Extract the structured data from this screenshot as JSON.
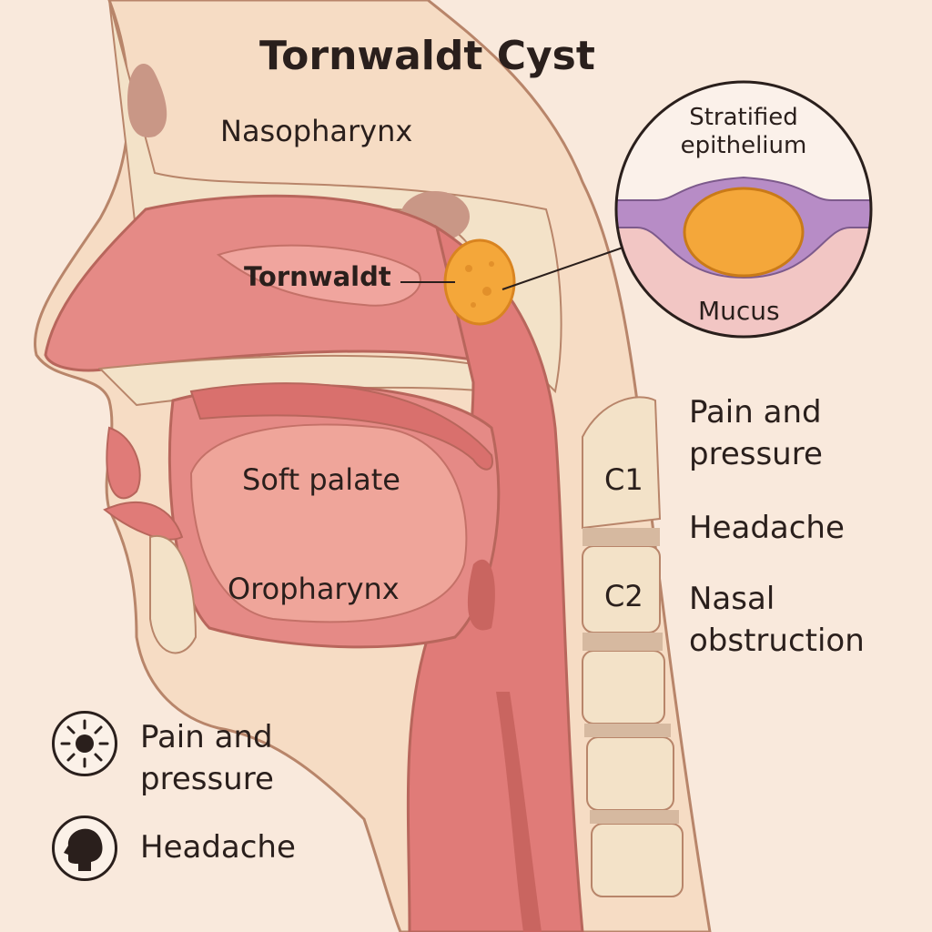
{
  "title": "Tornwaldt Cyst",
  "anatomy_labels": {
    "nasopharynx": "Nasopharynx",
    "tornwaldt": "Tornwaldt",
    "soft_palate": "Soft palate",
    "oropharynx": "Oropharynx"
  },
  "vertebrae": {
    "c1": "C1",
    "c2": "C2"
  },
  "inset": {
    "top_label_line1": "Stratified",
    "top_label_line2": "epithelium",
    "bottom_label": "Mucus"
  },
  "symptoms_right": {
    "pain_line1": "Pain and",
    "pain_line2": "pressure",
    "headache": "Headache",
    "nasal_line1": "Nasal",
    "nasal_line2": "obstruction"
  },
  "legend": {
    "items": [
      {
        "icon": "sun-pain-icon",
        "line1": "Pain and",
        "line2": "pressure"
      },
      {
        "icon": "head-silhouette-icon",
        "line1": "Headache"
      }
    ]
  },
  "colors": {
    "background": "#f9e9dc",
    "tissue": "#e58a86",
    "bone": "#f3e2c8",
    "cyst": "#f4a73a",
    "epithelium": "#b78cc6"
  }
}
